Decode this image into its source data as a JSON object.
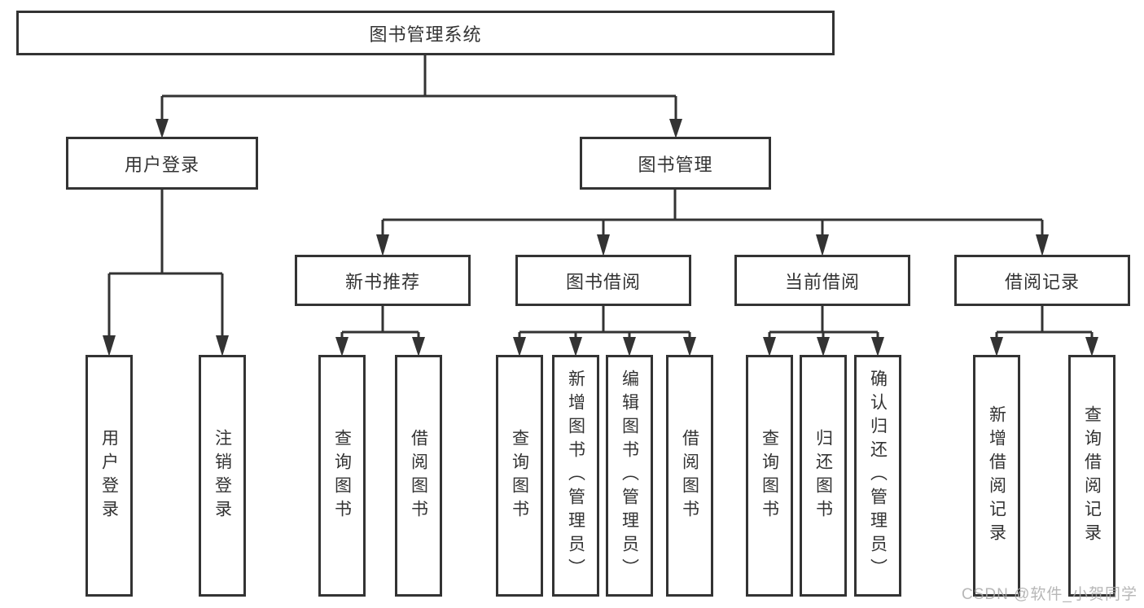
{
  "nodes": {
    "root": "图书管理系统",
    "user_login_branch": {
      "label": "用户登录",
      "children": [
        "用户登录",
        "注销登录"
      ]
    },
    "book_management_branch": {
      "label": "图书管理",
      "groups": [
        {
          "label": "新书推荐",
          "children": [
            "查询图书",
            "借阅图书"
          ]
        },
        {
          "label": "图书借阅",
          "children": [
            "查询图书",
            "新增图书（管理员）",
            "编辑图书（管理员）",
            "借阅图书"
          ]
        },
        {
          "label": "当前借阅",
          "children": [
            "查询图书",
            "归还图书",
            "确认归还（管理员）"
          ]
        },
        {
          "label": "借阅记录",
          "children": [
            "新增借阅记录",
            "查询借阅记录"
          ]
        }
      ]
    }
  },
  "watermark": "CSDN @软件_小贺同学",
  "colors": {
    "line": "#333333",
    "text": "#333333",
    "background": "#ffffff",
    "watermark": "#aaaaaa"
  }
}
